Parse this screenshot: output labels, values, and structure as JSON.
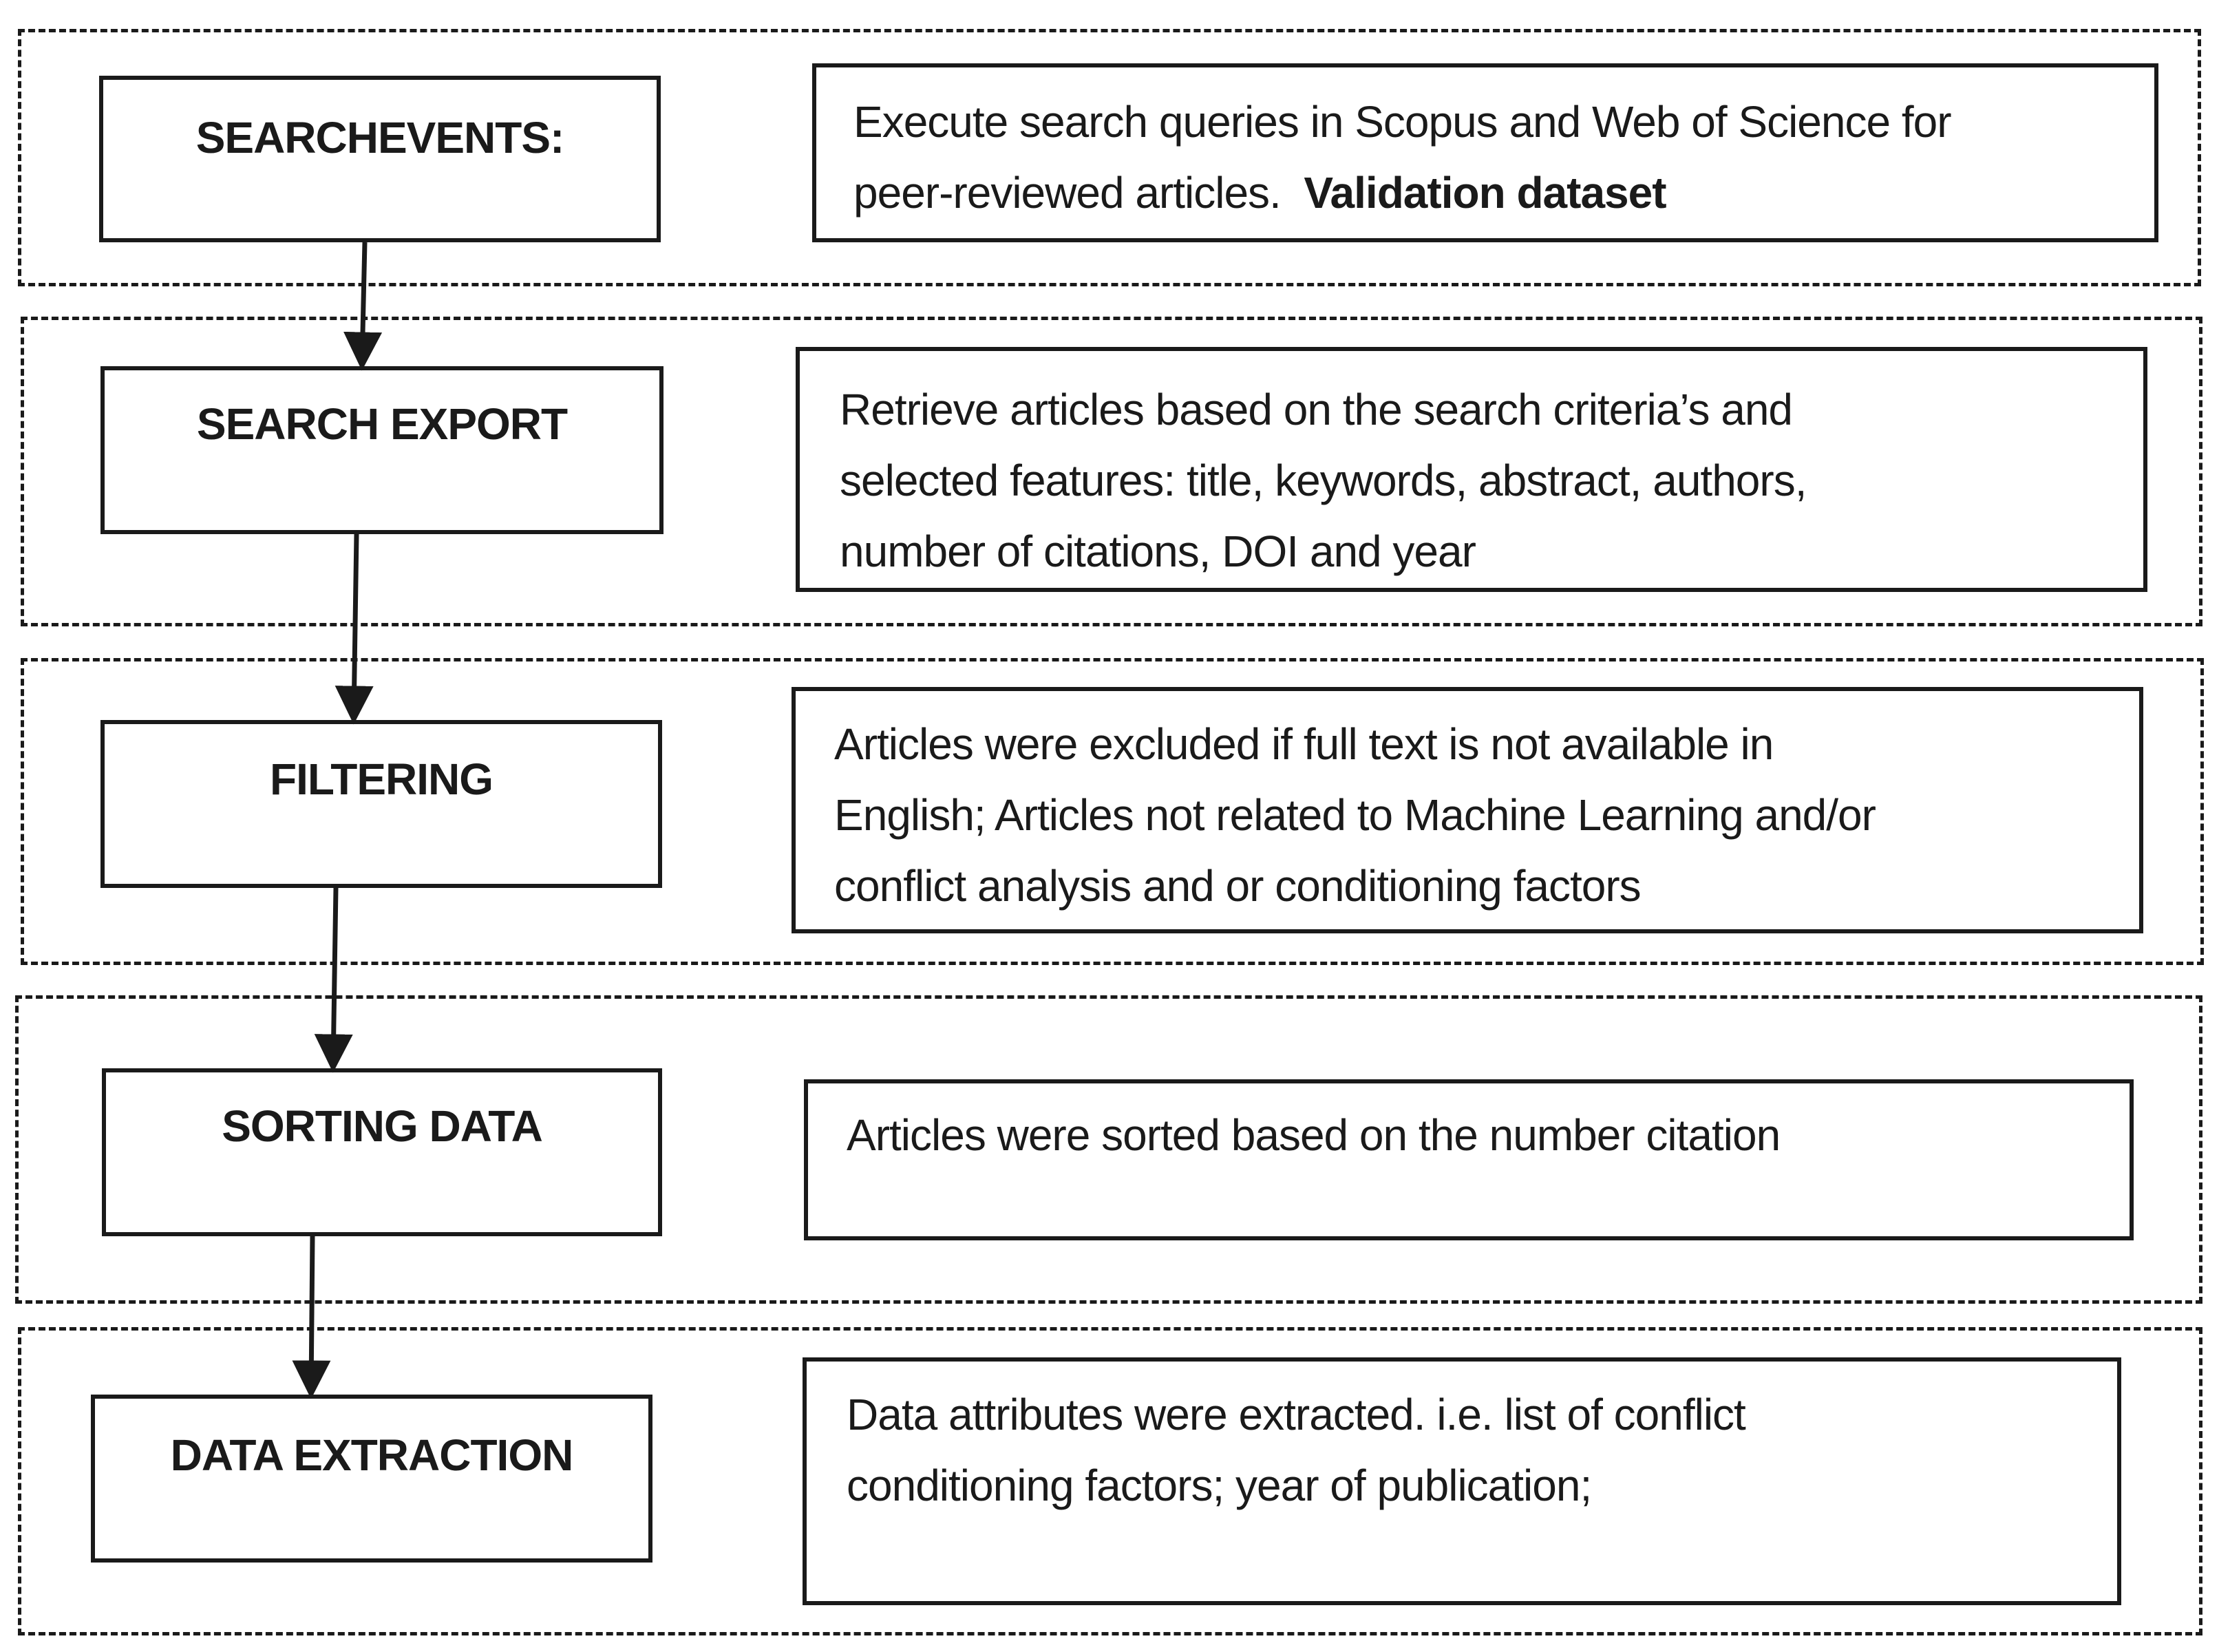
{
  "steps": [
    {
      "label": "SEARCHEVENTS:",
      "description_lines": [
        "Execute search queries in Scopus and Web of Science for",
        "peer-reviewed articles."
      ],
      "description_bold": "Validation dataset"
    },
    {
      "label": "SEARCH EXPORT",
      "description_lines": [
        "Retrieve articles based on the search criteria’s and",
        "selected features: title, keywords, abstract, authors,",
        "number of citations, DOI and year"
      ]
    },
    {
      "label": "FILTERING",
      "description_lines": [
        "Articles were excluded if full text is not available in",
        "English; Articles not related to Machine Learning and/or",
        "conflict analysis and or conditioning factors"
      ]
    },
    {
      "label": "SORTING DATA",
      "description_lines": [
        "Articles were sorted based on the number citation"
      ]
    },
    {
      "label": "DATA EXTRACTION",
      "description_lines": [
        "Data attributes were extracted. i.e. list of conflict",
        "conditioning factors; year of publication;"
      ]
    }
  ],
  "colors": {
    "line": "#1a1a1a",
    "background": "#ffffff"
  }
}
